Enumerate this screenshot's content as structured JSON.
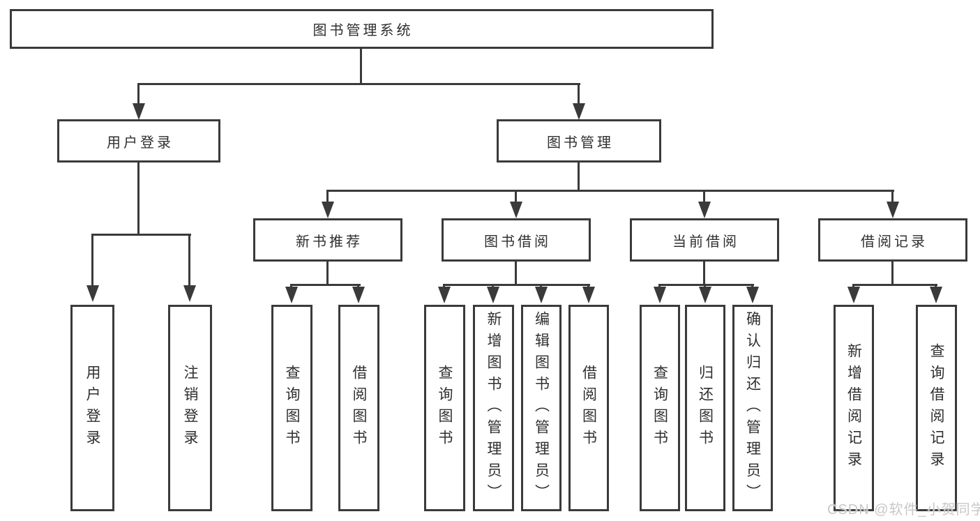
{
  "diagram": {
    "root": "图书管理系统",
    "level2": {
      "user_login": "用户登录",
      "book_mgmt": "图书管理"
    },
    "level3": {
      "new_book": "新书推荐",
      "borrow": "图书借阅",
      "current": "当前借阅",
      "record": "借阅记录"
    },
    "leaves": {
      "user_login_1": "用户登录",
      "user_login_2": "注销登录",
      "new_book_1": "查询图书",
      "new_book_2": "借阅图书",
      "borrow_1": "查询图书",
      "borrow_2": "新增图书（管理员）",
      "borrow_3": "编辑图书（管理员）",
      "borrow_4": "借阅图书",
      "current_1": "查询图书",
      "current_2": "归还图书",
      "current_3": "确认归还（管理员）",
      "record_1": "新增借阅记录",
      "record_2": "查询借阅记录"
    }
  },
  "watermark": "CSDN @软件_小贺同学",
  "colors": {
    "line": "#3a3a3a",
    "text": "#2f2f2f",
    "watermark": "#c8c8c8",
    "background": "#ffffff"
  }
}
